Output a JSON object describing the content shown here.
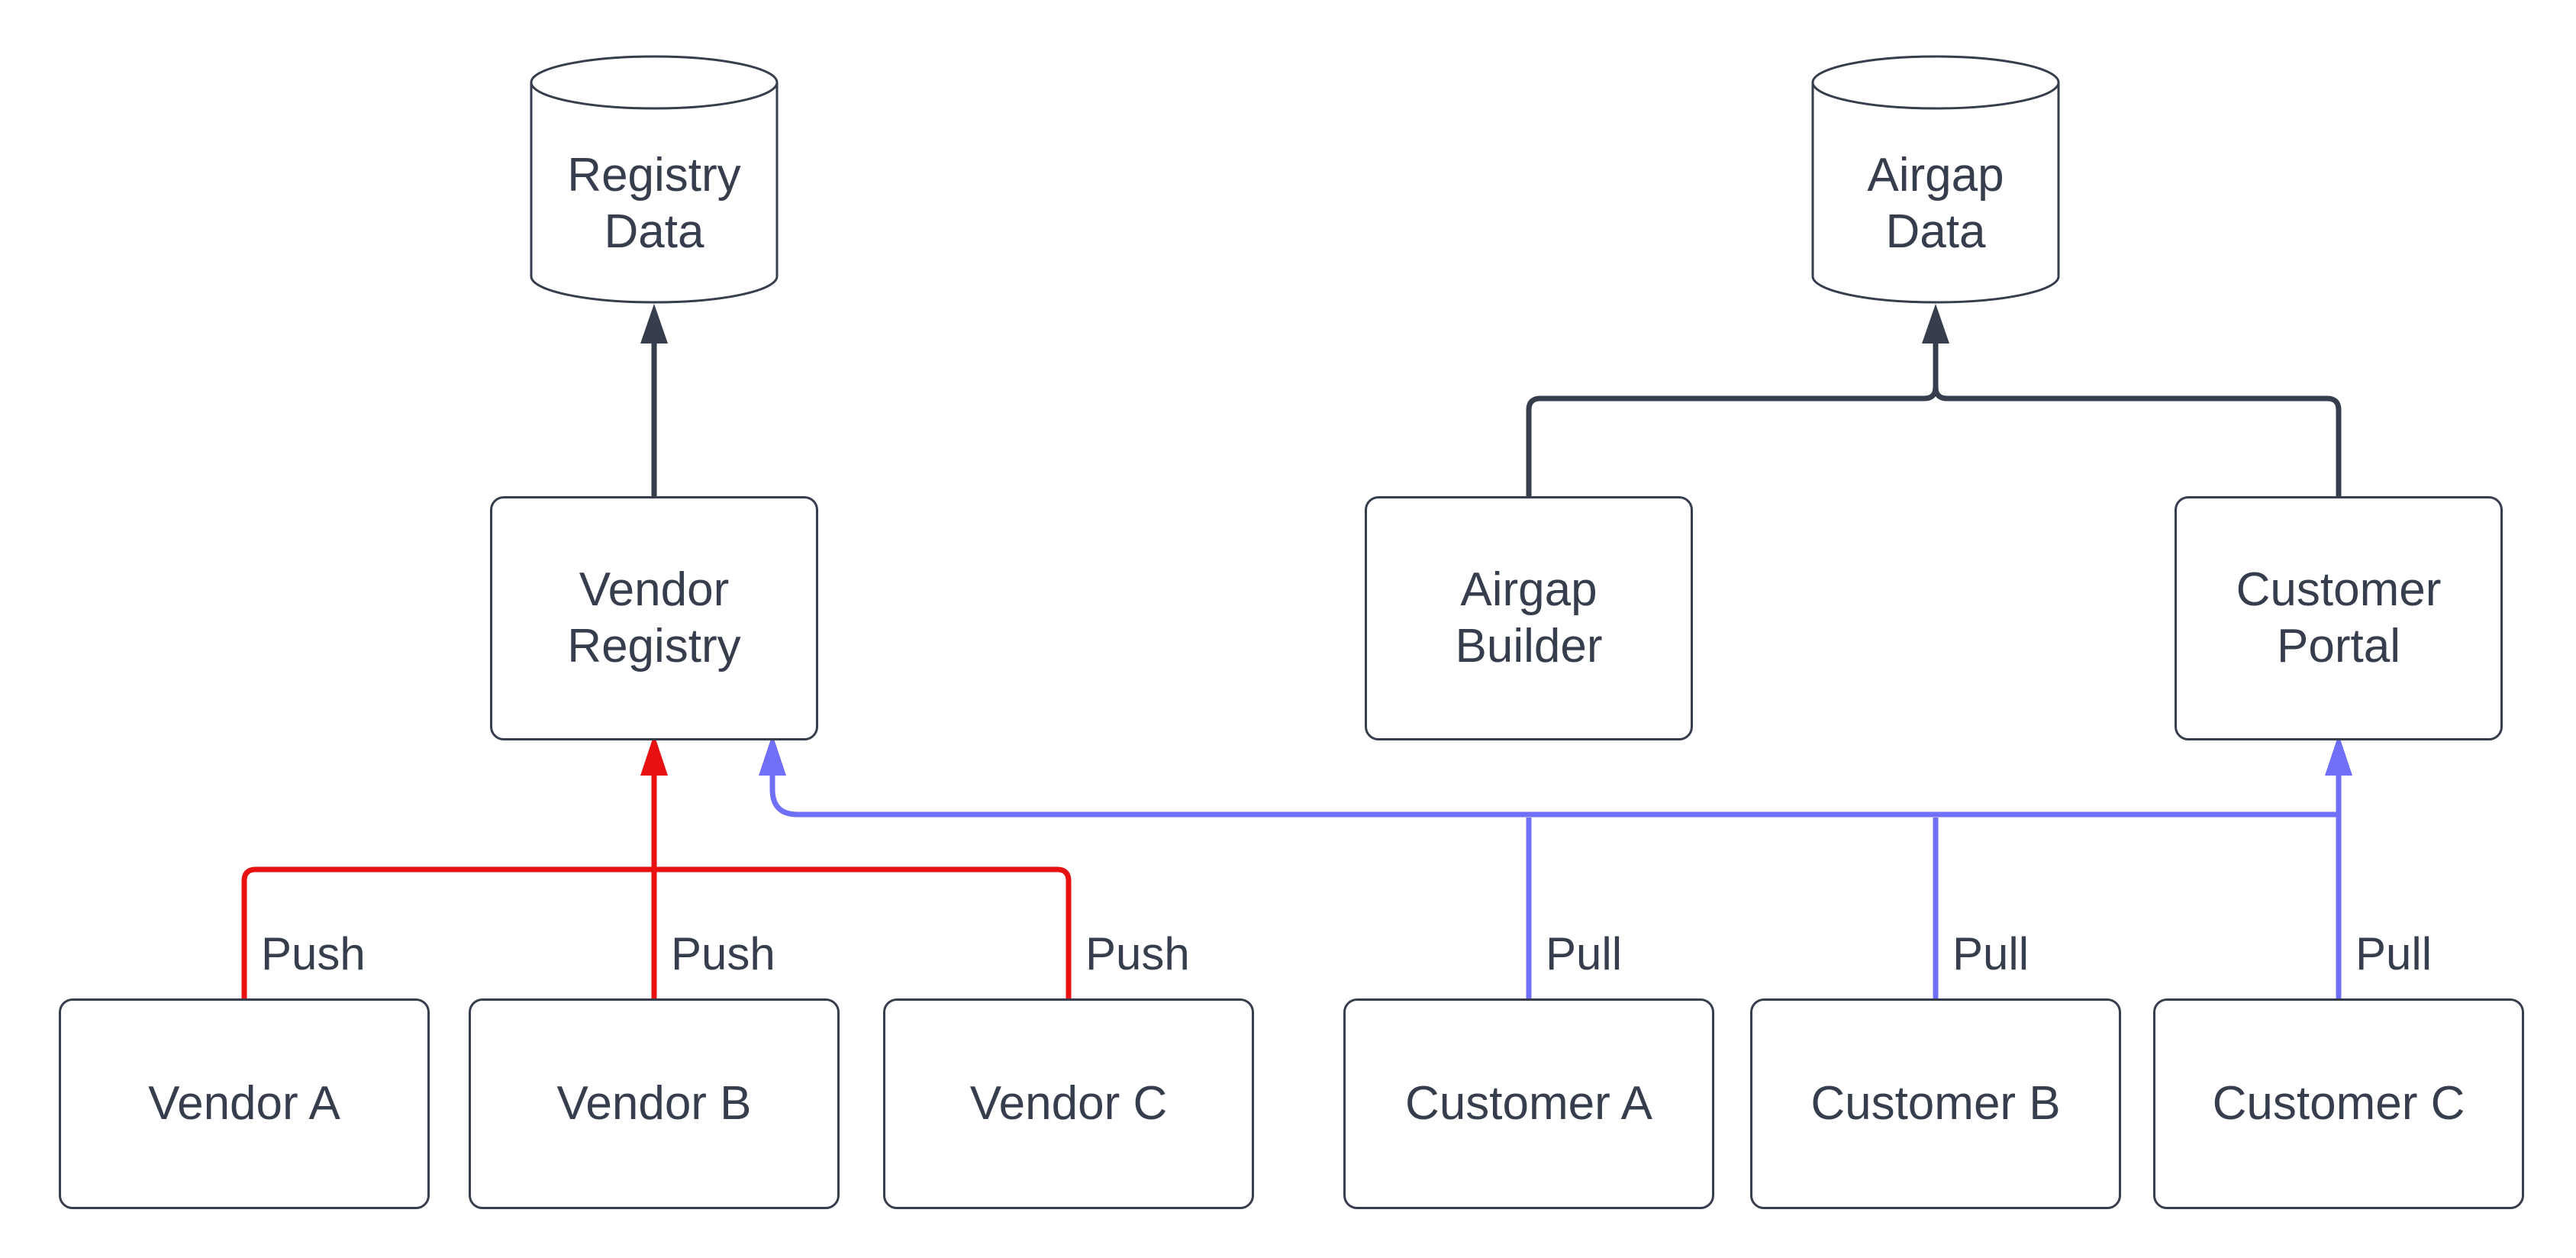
{
  "diagram": {
    "background": "#FFFFFF",
    "colors": {
      "stroke": "#363D4C",
      "text": "#363D4C",
      "push_arrow": "#E81111",
      "pull_arrow": "#6F6FF7"
    },
    "nodes": {
      "registry_data": {
        "line1": "Registry",
        "line2": "Data"
      },
      "airgap_data": {
        "line1": "Airgap",
        "line2": "Data"
      },
      "vendor_registry": {
        "line1": "Vendor",
        "line2": "Registry"
      },
      "airgap_builder": {
        "line1": "Airgap",
        "line2": "Builder"
      },
      "customer_portal": {
        "line1": "Customer",
        "line2": "Portal"
      },
      "vendor_a": {
        "label": "Vendor A"
      },
      "vendor_b": {
        "label": "Vendor B"
      },
      "vendor_c": {
        "label": "Vendor C"
      },
      "customer_a": {
        "label": "Customer A"
      },
      "customer_b": {
        "label": "Customer B"
      },
      "customer_c": {
        "label": "Customer C"
      }
    },
    "edge_labels": {
      "push_vendor_a": "Push",
      "push_vendor_b": "Push",
      "push_vendor_c": "Push",
      "pull_customer_a": "Pull",
      "pull_customer_b": "Pull",
      "pull_customer_c": "Pull"
    }
  }
}
